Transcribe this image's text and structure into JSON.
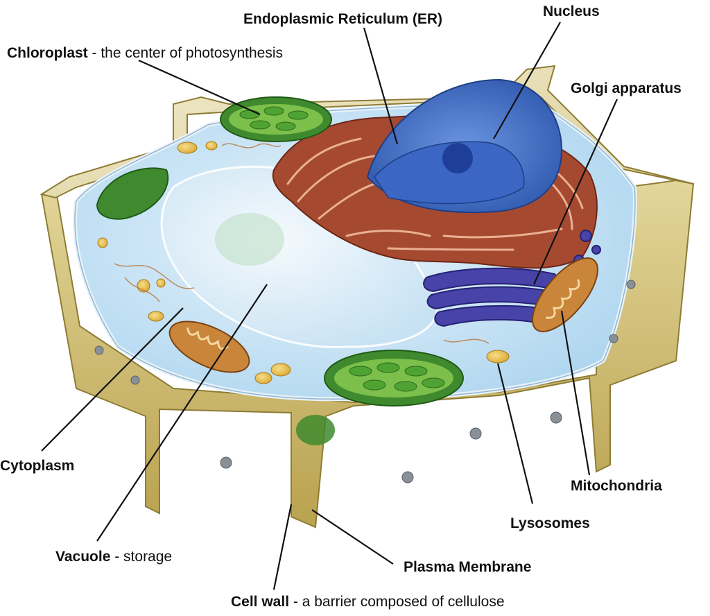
{
  "labels": {
    "chloroplast": {
      "name": "Chloroplast",
      "desc": " - the center of  photosynthesis"
    },
    "er": {
      "name": "Endoplasmic Reticulum (ER)"
    },
    "nucleus": {
      "name": "Nucleus"
    },
    "golgi": {
      "name": "Golgi apparatus"
    },
    "cytoplasm": {
      "name": "Cytoplasm"
    },
    "mitochondria": {
      "name": "Mitochondria"
    },
    "lysosomes": {
      "name": "Lysosomes"
    },
    "vacuole": {
      "name": "Vacuole",
      "desc": " - storage"
    },
    "plasma_membrane": {
      "name": "Plasma Membrane"
    },
    "cell_wall": {
      "name": "Cell wall",
      "desc": " - a barrier composed of cellulose"
    }
  },
  "colors": {
    "cell_wall": "#c9b46a",
    "cytoplasm": "#cfe6f5",
    "nucleus": "#3f6fc8",
    "er": "#9a3e2c",
    "golgi": "#3d3a9a",
    "chloroplast": "#3f8a2e",
    "mitochondria": "#c9853a"
  }
}
